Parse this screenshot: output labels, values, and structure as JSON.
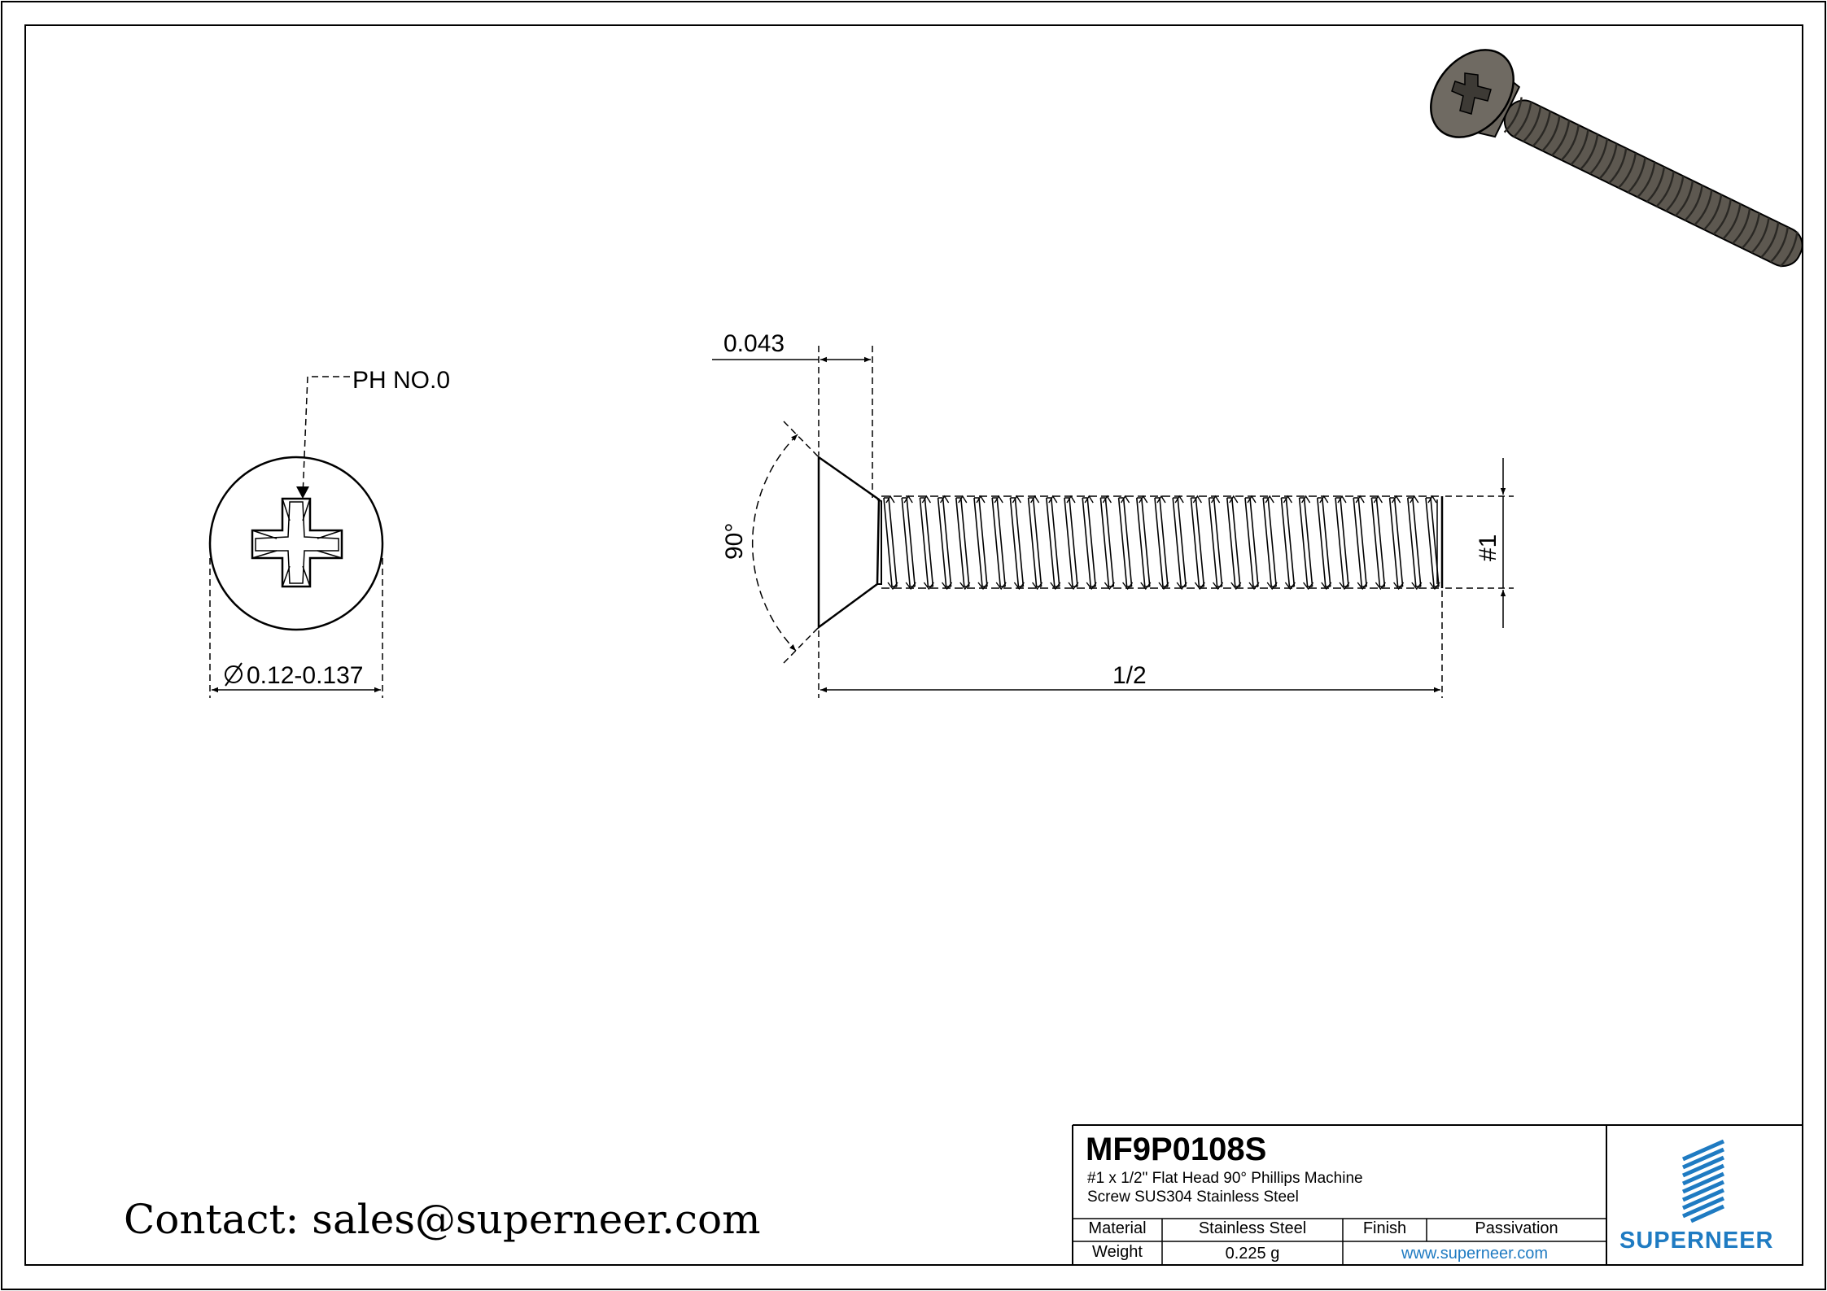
{
  "drawing": {
    "dimensions": {
      "drive": "PH NO.0",
      "head_diameter": "0.12-0.137",
      "head_height": "0.043",
      "head_angle": "90°",
      "thread_size": "#1",
      "length": "1/2"
    }
  },
  "contact": "Contact: sales@superneer.com",
  "title_block": {
    "part_number": "MF9P0108S",
    "description_line1": "#1 x 1/2\" Flat Head 90° Phillips Machine",
    "description_line2": "Screw SUS304 Stainless Steel",
    "material_label": "Material",
    "material_value": "Stainless Steel",
    "finish_label": "Finish",
    "finish_value": "Passivation",
    "weight_label": "Weight",
    "weight_value": "0.225 g",
    "website": "www.superneer.com",
    "brand": "SUPERNEER"
  },
  "colors": {
    "line": "#000000",
    "brand_blue": "#1f7bc2",
    "render_body": "#5d5850"
  }
}
